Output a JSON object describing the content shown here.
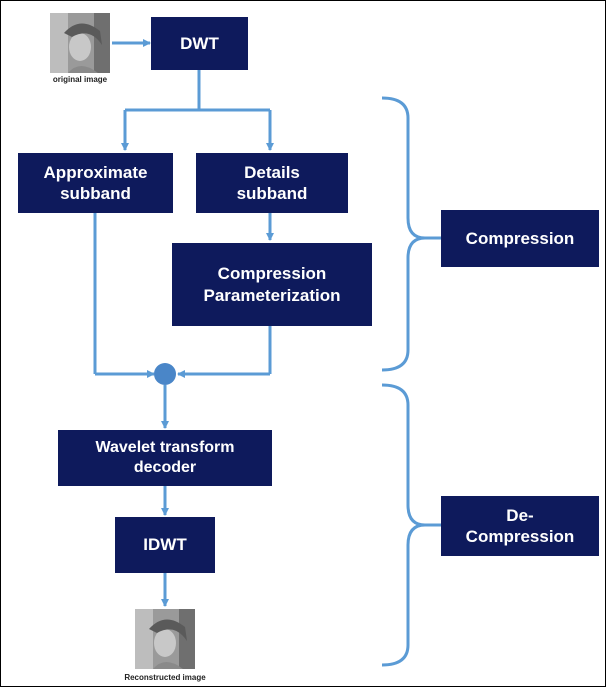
{
  "diagram": {
    "nodes": {
      "dwt": "DWT",
      "approx": "Approximate subband",
      "details": "Details subband",
      "comp_param": "Compression Parameterization",
      "decoder": "Wavelet transform decoder",
      "idwt": "IDWT",
      "compression": "Compression",
      "decompression": "De-Compression"
    },
    "captions": {
      "original": "original image",
      "reconstructed": "Reconstructed image"
    }
  },
  "colors": {
    "box_fill": "#0e1a5c",
    "arrow": "#5b9bd5"
  }
}
